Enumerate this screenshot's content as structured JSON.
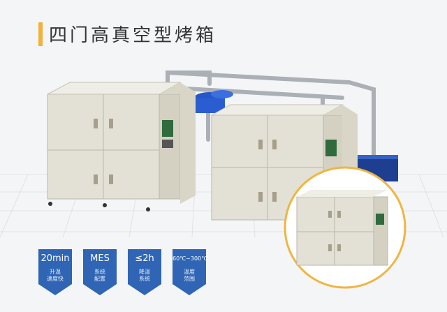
{
  "title": "四门高真空型烤箱",
  "features": [
    {
      "big": "20min",
      "sub": "升温\n速度快"
    },
    {
      "big": "MES",
      "sub": "系统\n配置"
    },
    {
      "big": "≤2h",
      "sub": "降温\n系统"
    },
    {
      "big": "60℃~300℃",
      "sub": "温度\n范围"
    }
  ],
  "colors": {
    "accent": "#f2b13a",
    "badge": "#2f65b4",
    "cabinet": "#e3e1d6",
    "frame": "#d9d6c8"
  }
}
